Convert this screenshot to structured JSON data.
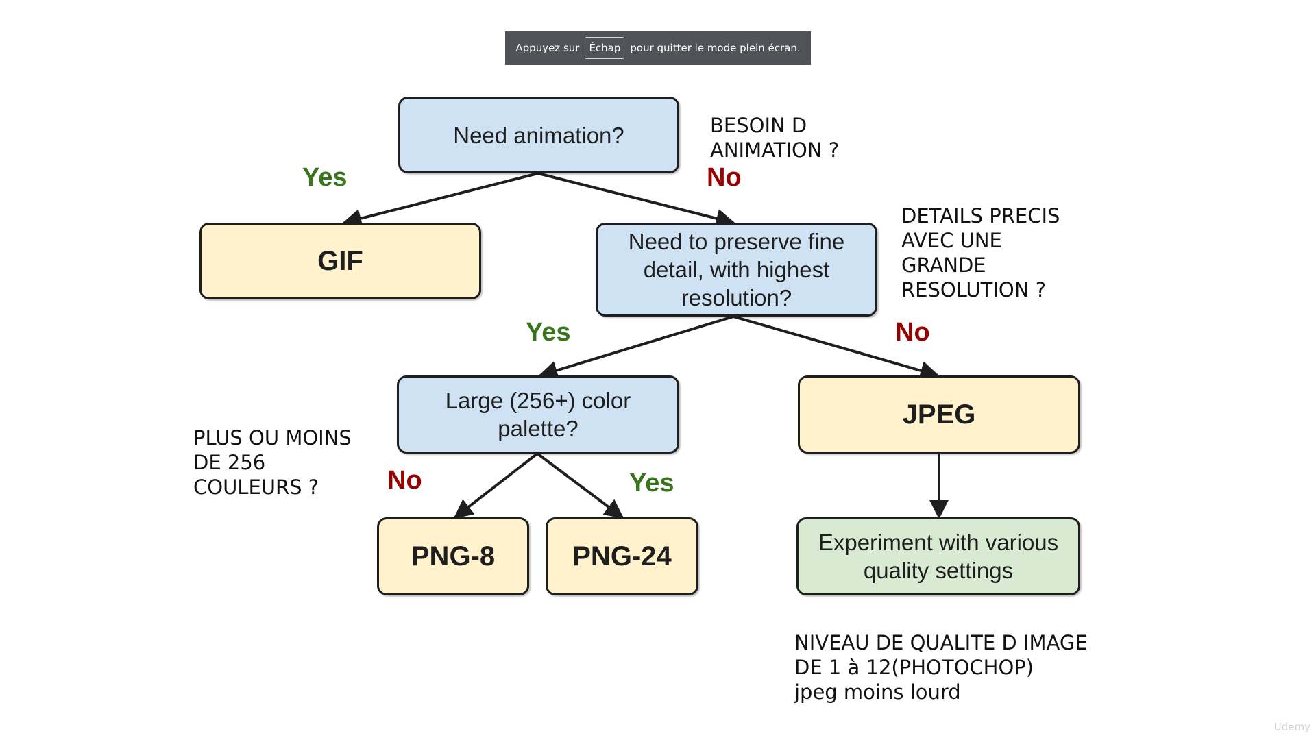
{
  "fullscreen_notice": {
    "before": "Appuyez sur",
    "key": "Échap",
    "after": "pour quitter le mode plein écran."
  },
  "flowchart": {
    "nodes": {
      "animation": "Need animation?",
      "gif": "GIF",
      "detail": "Need to preserve fine detail, with highest resolution?",
      "palette": "Large (256+) color palette?",
      "jpeg": "JPEG",
      "png8": "PNG-8",
      "png24": "PNG-24",
      "experiment": "Experiment with various quality settings"
    },
    "edges": {
      "yes": "Yes",
      "no": "No"
    },
    "colors": {
      "question_fill": "#cfe2f3",
      "format_fill": "#fff2cc",
      "action_fill": "#d9ead3",
      "yes_label": "#38761d",
      "no_label": "#990000",
      "stroke": "#1e1e1e"
    }
  },
  "annotations": {
    "animation": "BESOIN D\nANIMATION ?",
    "detail": "DETAILS PRECIS\nAVEC UNE\nGRANDE\nRESOLUTION ?",
    "palette": "PLUS OU MOINS\nDE 256\nCOULEURS ?",
    "quality": "NIVEAU DE QUALITE D IMAGE\nDE 1 à 12(PHOTOCHOP)\njpeg moins lourd"
  },
  "watermark": "Udemy"
}
